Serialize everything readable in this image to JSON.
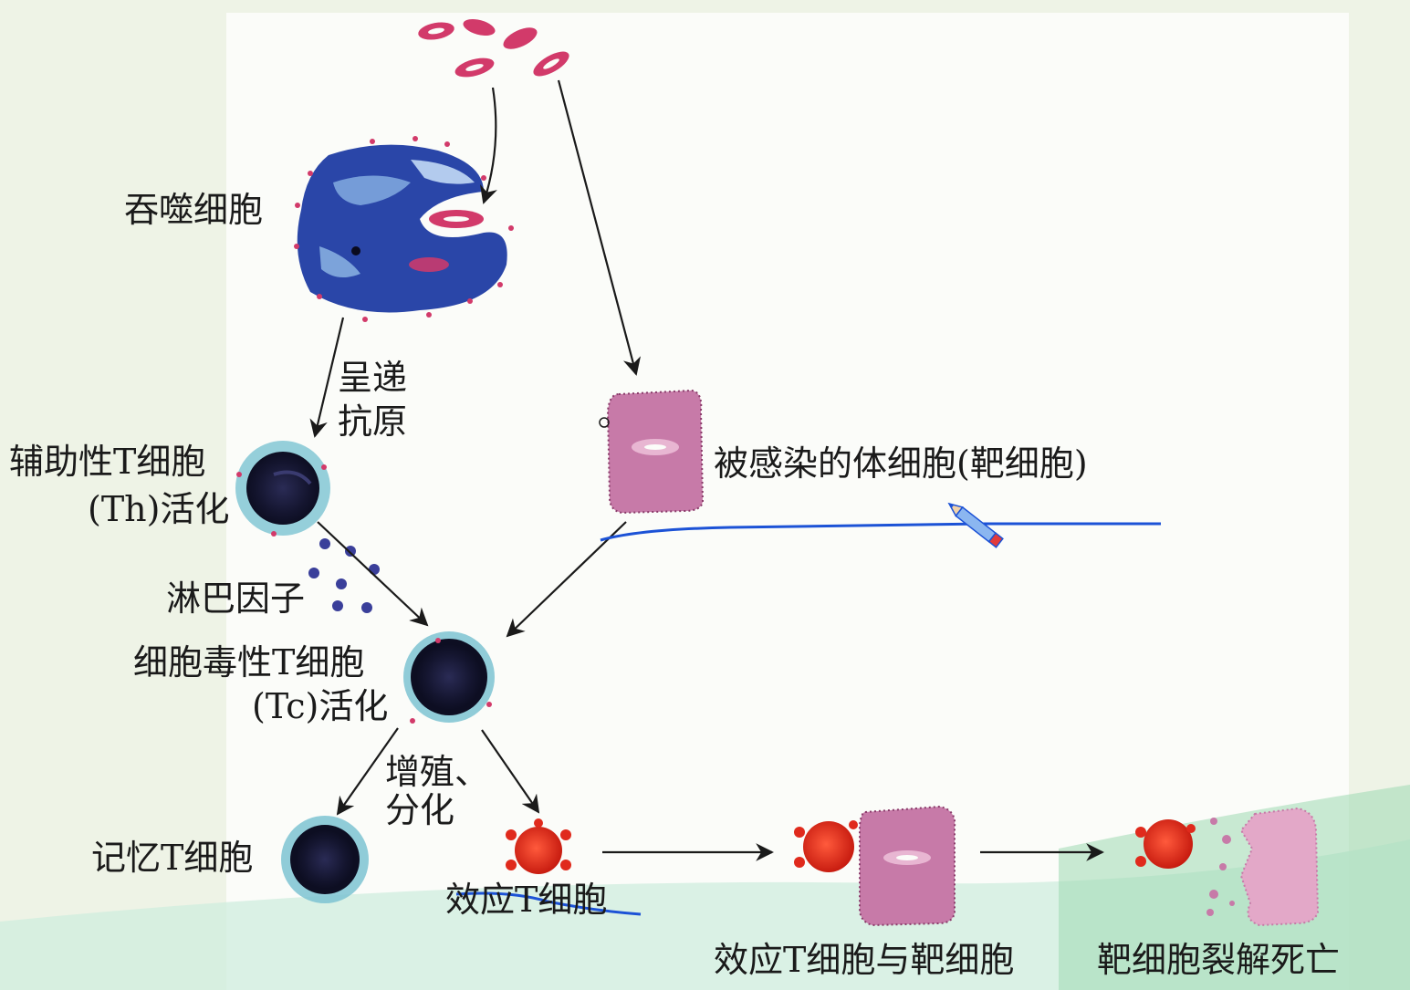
{
  "labels": {
    "phagocyte": "吞噬细胞",
    "present_antigen_1": "呈递",
    "present_antigen_2": "抗原",
    "th_cell_1": "辅助性T细胞",
    "th_cell_2": "(Th)活化",
    "infected_cell": "被感染的体细胞(靶细胞)",
    "lymphokine": "淋巴因子",
    "tc_cell_1": "细胞毒性T细胞",
    "tc_cell_2": "(Tc)活化",
    "proliferate_1": "增殖、",
    "proliferate_2": "分化",
    "memory_t": "记忆T细胞",
    "effector_t": "效应T细胞",
    "effector_with_target": "效应T细胞与靶细胞",
    "target_lysis": "靶细胞裂解死亡"
  },
  "colors": {
    "background": "#eef3e6",
    "panel": "#fbfcf9",
    "arrow": "#1a1a1a",
    "annotation_blue": "#1c52d6",
    "phagocyte": "#2a46a8",
    "target_cell": "#c77aa8",
    "effector_cell": "#e02a1c",
    "dark_cell": "#151634",
    "halo": "#7cc3d2",
    "antigen": "#d23a6a",
    "lymphokine_dot": "#3a3f9a",
    "green_band": "#9ed9b3"
  },
  "icons": {
    "pencil": "pencil-icon"
  }
}
